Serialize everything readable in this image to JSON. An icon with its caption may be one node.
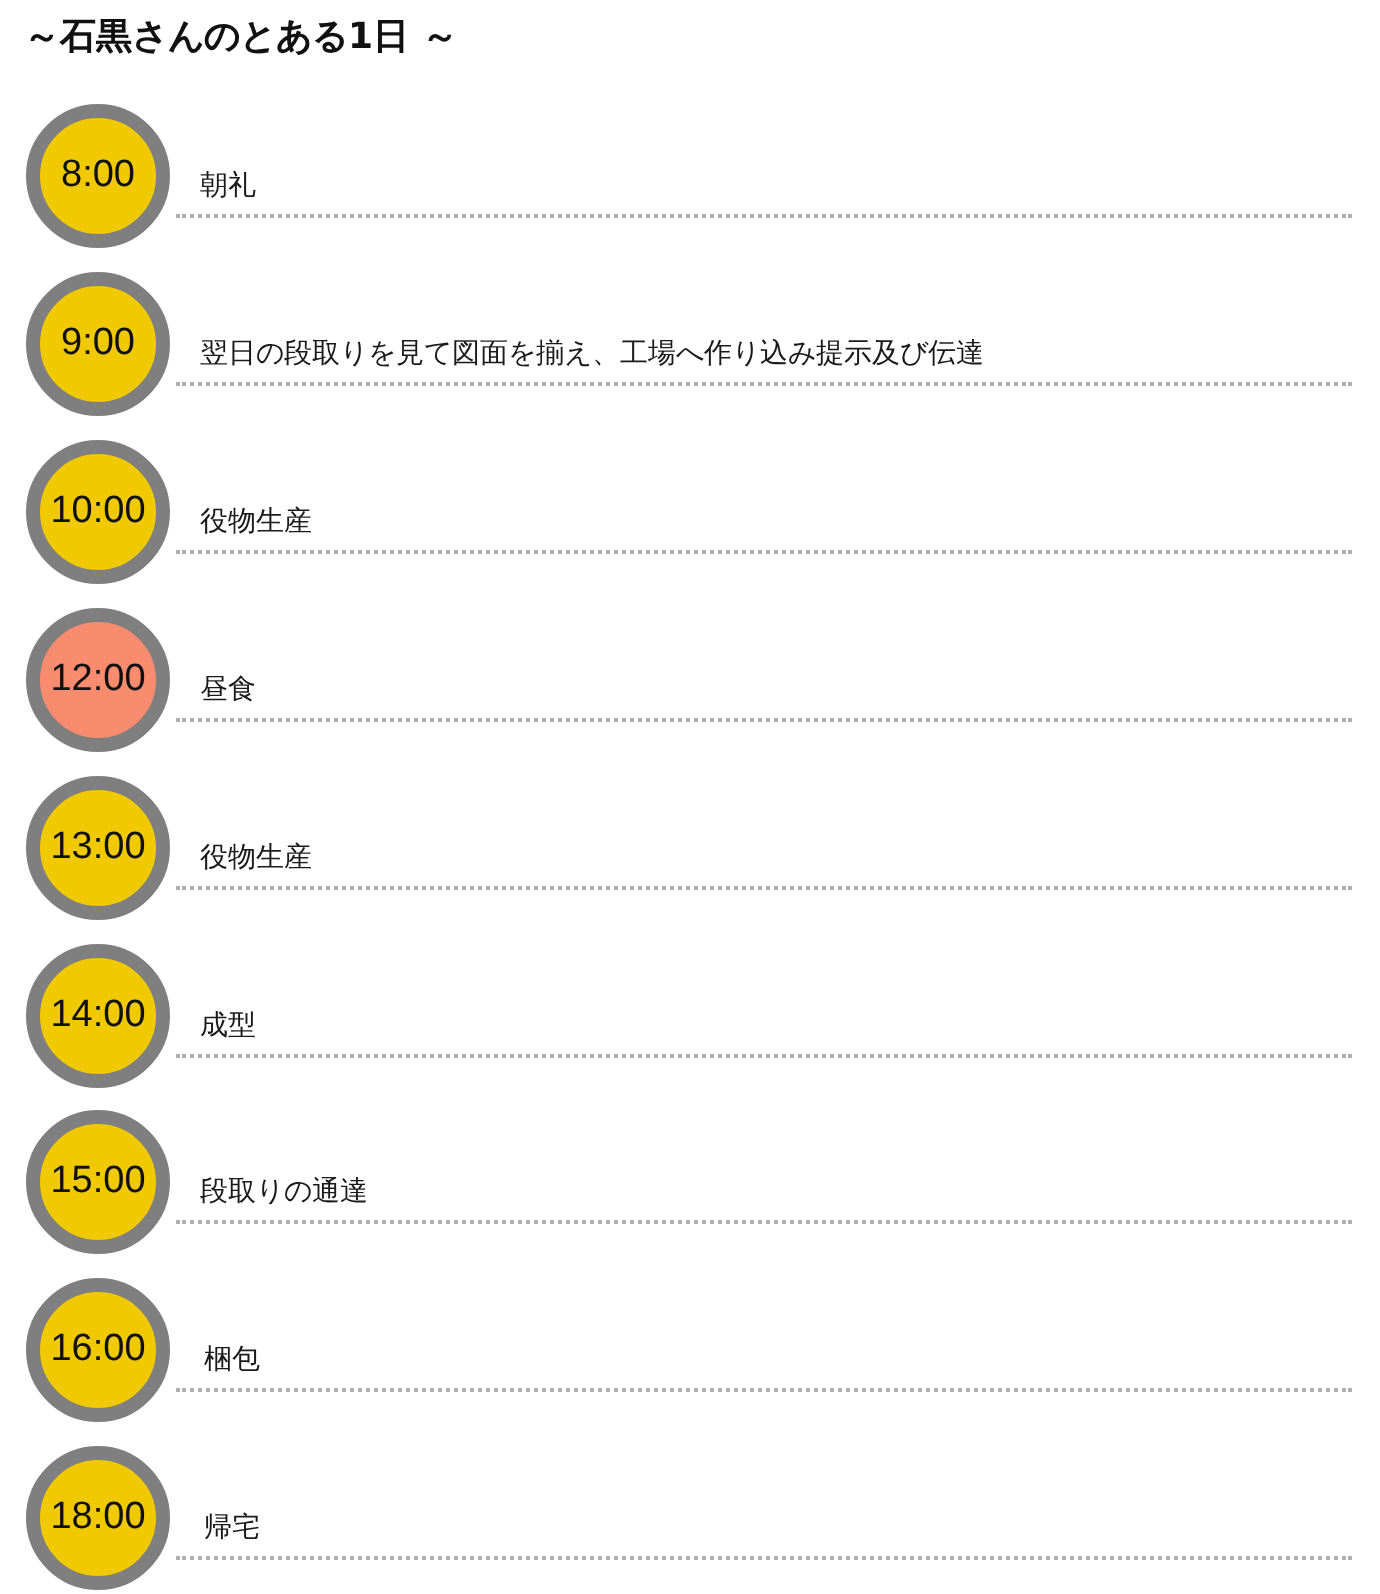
{
  "diagram": {
    "title": "～石黒さんのとある1日 ～",
    "nodes": [
      {
        "text": [
          "8:00"
        ],
        "beside": [
          "朝礼"
        ]
      },
      {
        "text": [
          "9:00"
        ],
        "beside": [
          "翌日の段取りを見て図面を揃え、工場へ作り込み提示及び伝達"
        ]
      },
      {
        "text": [
          "10:00"
        ],
        "beside": [
          "役物生産"
        ]
      },
      {
        "text": [
          "12:00"
        ],
        "beside": [
          "昼食"
        ]
      },
      {
        "text": [
          "13:00"
        ],
        "beside": [
          "役物生産"
        ]
      },
      {
        "text": [
          "14:00"
        ],
        "beside": [
          "成型"
        ]
      },
      {
        "text": [
          "15:00"
        ],
        "beside": [
          "段取りの通達"
        ]
      },
      {
        "text": [
          "16:00"
        ],
        "beside": [
          "梱包"
        ]
      },
      {
        "text": [
          "18:00"
        ],
        "beside": [
          "帰宅"
        ]
      }
    ]
  }
}
